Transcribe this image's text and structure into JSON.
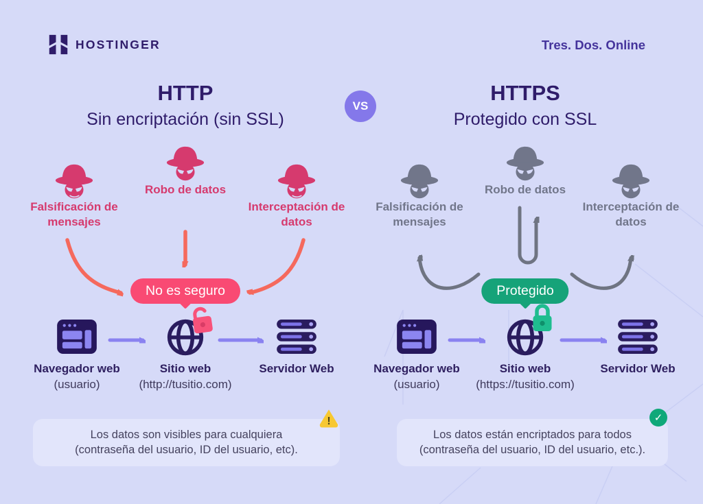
{
  "header": {
    "brand": "HOSTINGER",
    "tagline": "Tres. Dos. Online"
  },
  "vs_badge": "VS",
  "http_column": {
    "title": "HTTP",
    "subtitle": "Sin encriptación (sin SSL)",
    "threats": [
      {
        "label": "Falsificación de mensajes"
      },
      {
        "label": "Robo de datos"
      },
      {
        "label": "Interceptación de datos"
      }
    ],
    "status_pill": "No es seguro",
    "nodes": [
      {
        "label": "Navegador web",
        "sublabel": "(usuario)"
      },
      {
        "label": "Sitio web",
        "sublabel": "(http://tusitio.com)"
      },
      {
        "label": "Servidor Web",
        "sublabel": ""
      }
    ],
    "note": {
      "line1": "Los datos son visibles para cualquiera",
      "line2": "(contraseña del usuario, ID del usuario, etc)."
    }
  },
  "https_column": {
    "title": "HTTPS",
    "subtitle": "Protegido con SSL",
    "threats": [
      {
        "label": "Falsificación de mensajes"
      },
      {
        "label": "Robo de datos"
      },
      {
        "label": "Interceptación de datos"
      }
    ],
    "status_pill": "Protegido",
    "nodes": [
      {
        "label": "Navegador web",
        "sublabel": "(usuario)"
      },
      {
        "label": "Sitio web",
        "sublabel": "(https://tusitio.com)"
      },
      {
        "label": "Servidor Web",
        "sublabel": ""
      }
    ],
    "note": {
      "line1": "Los datos están encriptados para todos",
      "line2": "(contraseña del usuario, ID del usuario, etc.)."
    }
  },
  "icons": {
    "warning": "!",
    "check": "✓"
  },
  "colors": {
    "background": "#d6daf8",
    "dark_purple": "#2f1c6a",
    "threat_pink": "#d63a6e",
    "danger_pill": "#f94a73",
    "coral_arrow": "#f5695d",
    "safe_pill": "#16a379",
    "lock_green": "#1fbd8f",
    "lock_pink": "#f8527a",
    "gray": "#71768a",
    "accent_purple": "#8a82f0",
    "warning_yellow": "#f7c832",
    "note_bg": "#e2e5fb"
  }
}
